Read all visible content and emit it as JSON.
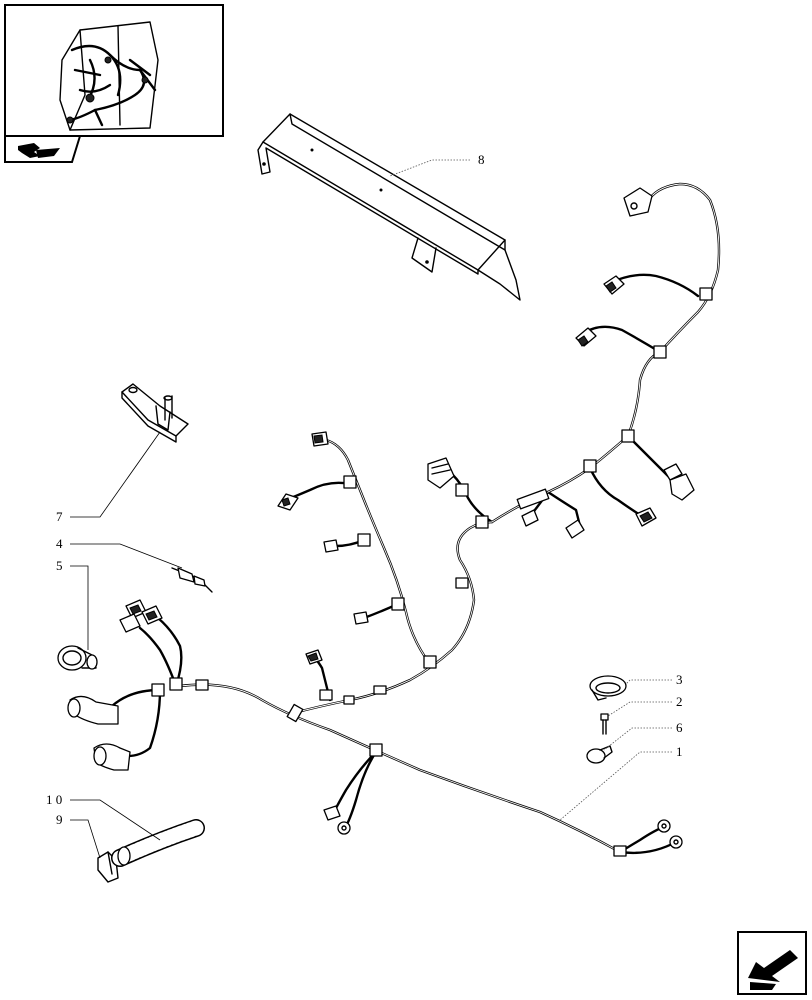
{
  "callouts": {
    "c1": "1",
    "c2": "2",
    "c3": "3",
    "c4": "4",
    "c5": "5",
    "c6": "6",
    "c7": "7",
    "c8": "8",
    "c9": "9",
    "c10": "1 0"
  },
  "icons": {
    "thumbnail": "cab-wiring-thumbnail-icon",
    "book": "book-arrow-icon",
    "next": "next-page-arrow-icon"
  },
  "colors": {
    "ink": "#000000",
    "paper": "#ffffff"
  }
}
